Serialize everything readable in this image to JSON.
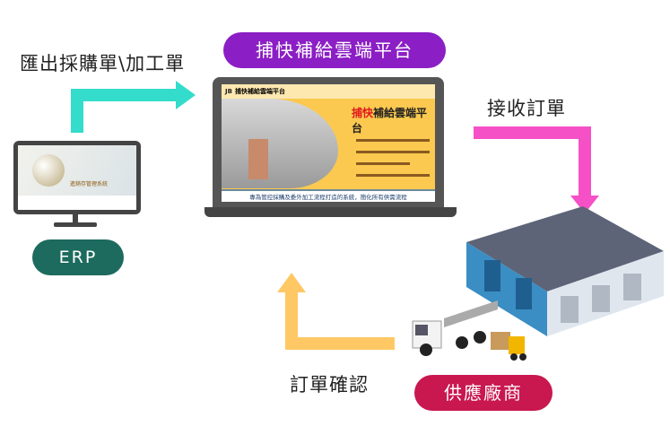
{
  "labels": {
    "export": "匯出採購單\\加工單",
    "receive": "接收訂單",
    "confirm": "訂單確認"
  },
  "nodes": {
    "platform": "捕快補給雲端平台",
    "erp": "ERP",
    "supplier": "供應廠商"
  },
  "laptop_screen": {
    "logo": "JB",
    "header_title": "捕快補給雲端平台",
    "hero_title_red": "捕快",
    "hero_title_rest": "補給雲端平台",
    "footer": "專為管控採購及委外加工流程打造的系統，簡化所有供需流程"
  },
  "erp_screen": {
    "title": "進銷存管理系統"
  },
  "colors": {
    "platform": "#8b1ec4",
    "erp": "#1d6a5e",
    "supplier": "#c9174f",
    "arrow_export": "#33dccb",
    "arrow_receive": "#f650c6",
    "arrow_confirm": "#ffc865"
  }
}
